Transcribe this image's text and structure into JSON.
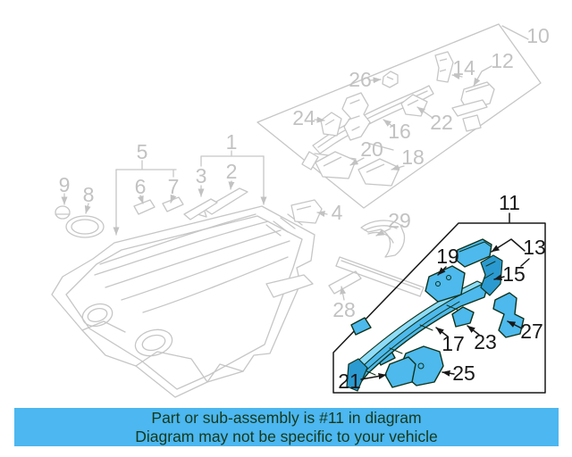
{
  "diagram": {
    "highlighted_callout": "11",
    "gray_callouts": [
      "1",
      "2",
      "3",
      "4",
      "5",
      "6",
      "7",
      "8",
      "9",
      "10",
      "12",
      "14",
      "16",
      "18",
      "20",
      "22",
      "24",
      "26",
      "28",
      "29"
    ],
    "black_callouts": [
      "11",
      "13",
      "15",
      "17",
      "19",
      "21",
      "23",
      "25",
      "27"
    ],
    "colors": {
      "line_gray": "#c6c6c6",
      "label_gray": "#c2c2c2",
      "outline_black": "#181818",
      "part_blue": "#4db9ec",
      "part_blue_dark": "#2b9ad0",
      "part_blue_light": "#8edcf8",
      "caption_background": "#4cb7f0",
      "caption_text": "#16391c"
    }
  },
  "caption": {
    "line1": "Part or sub-assembly is #11 in diagram",
    "line2": "Diagram may not be specific to your vehicle"
  }
}
